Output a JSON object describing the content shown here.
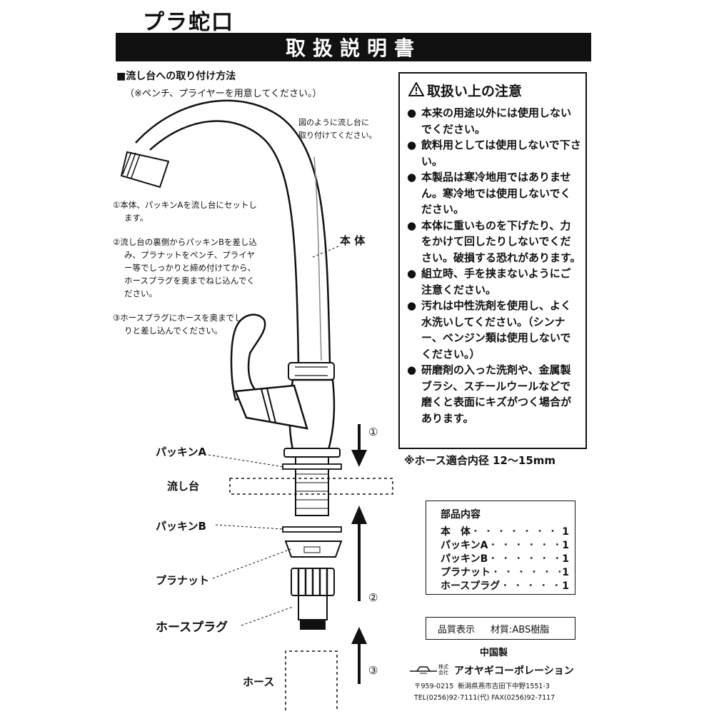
{
  "product_name": "プラ蛇口",
  "doc_title": "取扱説明書",
  "install": {
    "heading": "■流し台への取り付け方法",
    "subheading": "（※ペンチ、プライヤーを用意してください。）",
    "caption_line1": "図のように流し台に",
    "caption_line2": "取り付けてください。",
    "steps": [
      "①本体、パッキンAを流し台にセットします。",
      "②流し台の裏側からパッキンBを差し込み、プラナットをペンチ、プライヤー等でしっかりと締め付けてから、ホースプラグを奥までねじ込んでください。",
      "③ホースプラグにホースを奥までしっかりと差し込んでください。"
    ]
  },
  "labels": {
    "body": "本 体",
    "packing_a": "パッキンA",
    "sink": "流し台",
    "packing_b": "パッキンB",
    "plastic_nut": "プラナット",
    "hose_plug": "ホースプラグ",
    "hose": "ホース",
    "step1": "①",
    "step2": "②",
    "step3": "③"
  },
  "caution": {
    "title": "取扱い上の注意",
    "items": [
      "本来の用途以外には使用しないでください。",
      "飲料用としては使用しないで下さい。",
      "本製品は寒冷地用ではありません。寒冷地では使用しないでください。",
      "本体に重いものを下げたり、力をかけて回したりしないでください。破損する恐れがあります。",
      "組立時、手を挟まないようにご注意ください。",
      "汚れは中性洗剤を使用し、よく水洗いしてください。（シンナー、ベンジン類は使用しないでください。）",
      "研磨剤の入った洗剤や、金属製ブラシ、スチールウールなどで磨くと表面にキズがつく場合があります。"
    ]
  },
  "hose_spec": "※ホース適合内径 12～15mm",
  "parts": {
    "title": "部品内容",
    "items": [
      {
        "name": "本　体",
        "qty": "1"
      },
      {
        "name": "パッキンA",
        "qty": "1"
      },
      {
        "name": "パッキンB",
        "qty": "1"
      },
      {
        "name": "プラナット",
        "qty": "1"
      },
      {
        "name": "ホースプラグ",
        "qty": "1"
      }
    ]
  },
  "quality": {
    "label": "品質表示",
    "material": "材質:ABS樹脂"
  },
  "origin": "中国製",
  "company": {
    "kk": "株式会社",
    "name": "アオヤギコーポレーション",
    "postal": "〒959-0215",
    "address": "新潟県燕市吉田下中野1551-3",
    "tel": "TEL(0256)92-7111(代)",
    "fax": "FAX(0256)92-7117"
  }
}
